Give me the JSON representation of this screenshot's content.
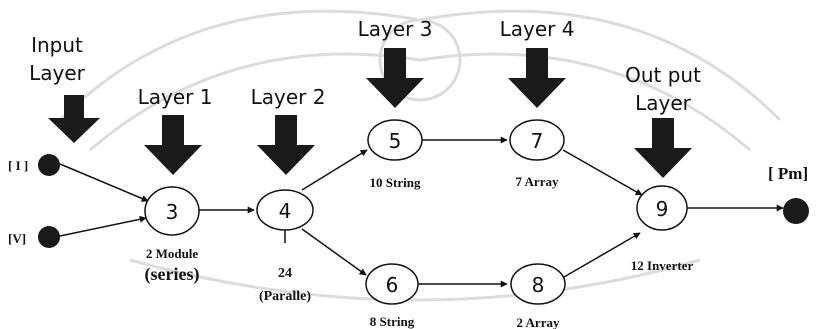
{
  "layers": {
    "input_line1": "Input",
    "input_line2": "Layer",
    "layer1": "Layer 1",
    "layer2": "Layer 2",
    "layer3": "Layer 3",
    "layer4": "Layer 4",
    "output_line1": "Out put",
    "output_line2": "Layer"
  },
  "inputs": {
    "current": "[ I ]",
    "voltage": "[V]"
  },
  "output": {
    "power": "[ Pm]"
  },
  "nodes": {
    "n3": "3",
    "n4": "4",
    "n5": "5",
    "n6": "6",
    "n7": "7",
    "n8": "8",
    "n9": "9"
  },
  "captions": {
    "n3_line1": "2 Module",
    "n3_line2": "(series)",
    "n4_line1": "24",
    "n4_line2": "(Paralle)",
    "n5": "10 String",
    "n6": "8 String",
    "n7": "7 Array",
    "n8": "2 Array",
    "n9": "12 Inverter"
  },
  "colors": {
    "stroke": "#111111",
    "arrow_fill": "#1a1a1a",
    "watermark": "#d9d9d9"
  }
}
